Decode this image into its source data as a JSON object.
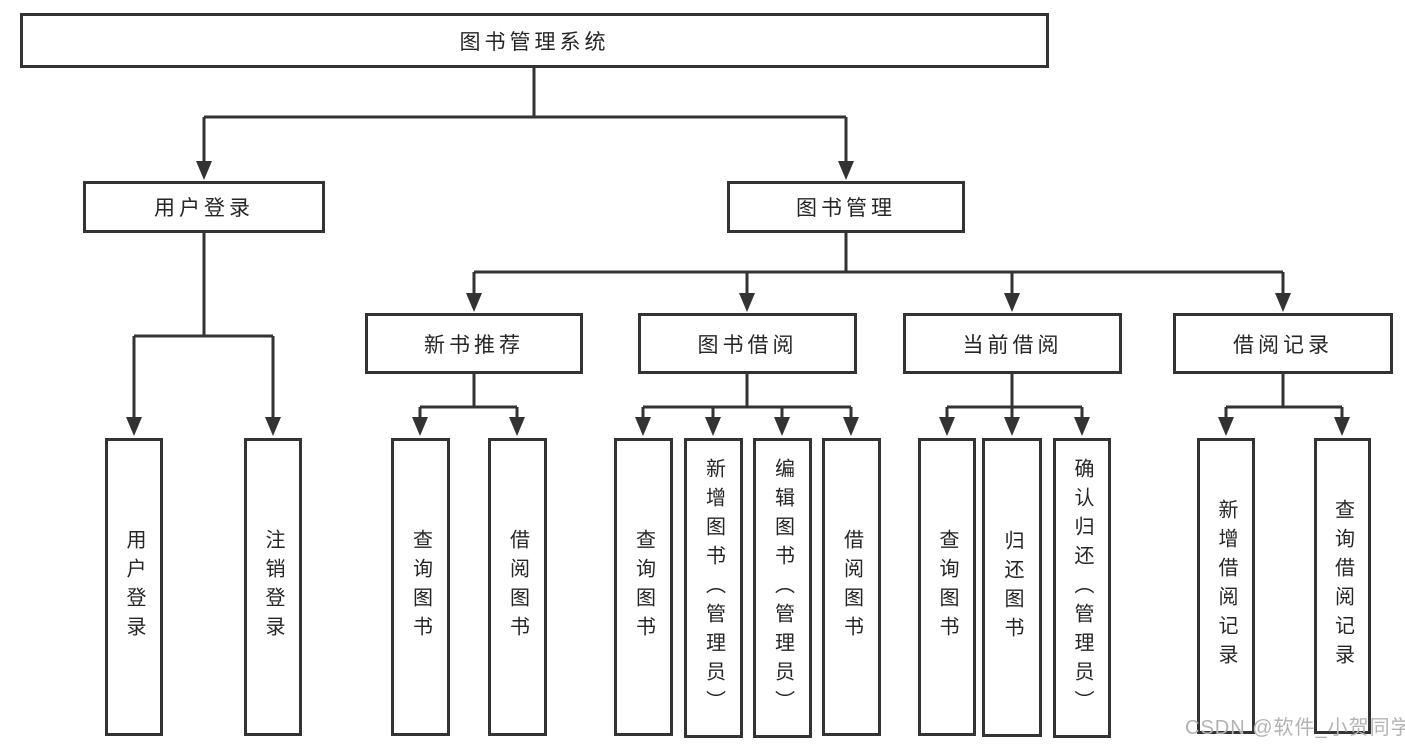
{
  "diagram": {
    "title": "图书管理系统",
    "root": "图书管理系统",
    "branches": {
      "user_login": "用户登录",
      "book_management": "图书管理"
    },
    "modules": {
      "new_book_recommend": "新书推荐",
      "book_borrow": "图书借阅",
      "current_borrow": "当前借阅",
      "borrow_records": "借阅记录"
    },
    "leaves": {
      "user_login": "用户登录",
      "logout": "注销登录",
      "recommend_query_book": "查询图书",
      "recommend_borrow_book": "借阅图书",
      "borrow_query_book": "查询图书",
      "borrow_add_book_admin": "新增图书（管理员）",
      "borrow_edit_book_admin": "编辑图书（管理员）",
      "borrow_borrow_book": "借阅图书",
      "current_query_book": "查询图书",
      "current_return_book": "归还图书",
      "current_confirm_return_admin": "确认归还（管理员）",
      "records_add_record": "新增借阅记录",
      "records_query_record": "查询借阅记录"
    }
  },
  "watermark": "CSDN @软件_小贺同学",
  "colors": {
    "line": "#333333",
    "text": "#262626",
    "box_background": "#ffffff",
    "watermark": "#b3b3b3",
    "background": "#ffffff"
  }
}
